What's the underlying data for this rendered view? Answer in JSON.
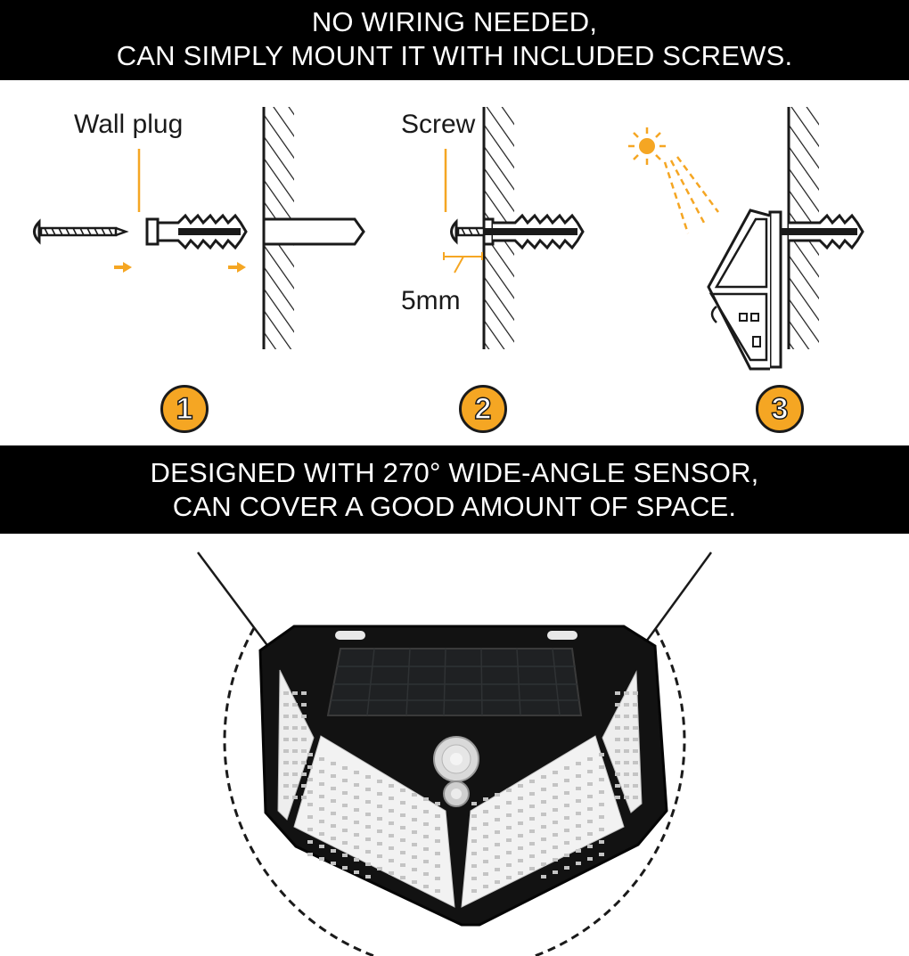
{
  "banners": {
    "top": [
      "NO WIRING NEEDED,",
      "CAN SIMPLY MOUNT IT WITH INCLUDED SCREWS."
    ],
    "bottom": [
      "DESIGNED WITH 270° WIDE-ANGLE SENSOR,",
      "CAN COVER A GOOD AMOUNT OF SPACE."
    ]
  },
  "install": {
    "step1_label": "Wall plug",
    "step2_label": "Screw",
    "step2_measure": "5mm",
    "steps": [
      "1",
      "2",
      "3"
    ]
  },
  "colors": {
    "accent": "#f5a623",
    "banner_bg": "#000000",
    "banner_text": "#ffffff",
    "line": "#1a1a1a"
  },
  "icons": [
    "screw-icon",
    "wall-plug-icon",
    "wall-icon",
    "arrow-right-icon",
    "sun-icon",
    "motion-sensor-icon",
    "solar-panel-icon"
  ]
}
